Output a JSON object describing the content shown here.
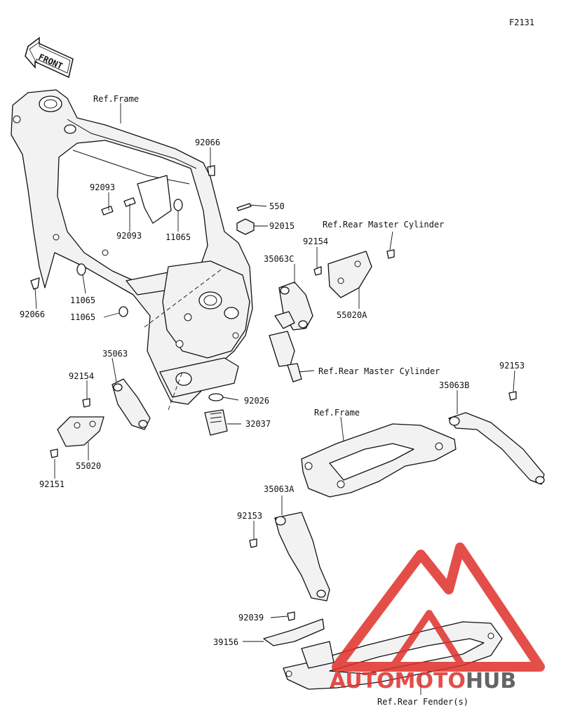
{
  "figure_code": "F2131",
  "front_label": "FRONT",
  "labels": {
    "ref_frame_top": "Ref.Frame",
    "p92066_top": "92066",
    "p92093_a": "92093",
    "p92093_b": "92093",
    "p11065_a": "11065",
    "p11065_b": "11065",
    "p11065_c": "11065",
    "p92066_left": "92066",
    "p550": "550",
    "p92015": "92015",
    "ref_rear_master_top": "Ref.Rear Master Cylinder",
    "p92154_right": "92154",
    "p35063C": "35063C",
    "p55020A": "55020A",
    "ref_rear_master_mid": "Ref.Rear Master Cylinder",
    "p35063": "35063",
    "p92154_left": "92154",
    "p92026": "92026",
    "p32037": "32037",
    "p55020": "55020",
    "p92151": "92151",
    "p92153_right": "92153",
    "p35063B": "35063B",
    "ref_frame_mid": "Ref.Frame",
    "p35063A": "35063A",
    "p92153_left": "92153",
    "p92039": "92039",
    "p39156": "39156",
    "ref_rear_fender": "Ref.Rear Fender(s)"
  },
  "watermark": {
    "part1": "AUTO",
    "part2": "MOTO",
    "part3": "HUB",
    "color_red": "#e0302a",
    "color_dark": "#4a4a4a"
  }
}
